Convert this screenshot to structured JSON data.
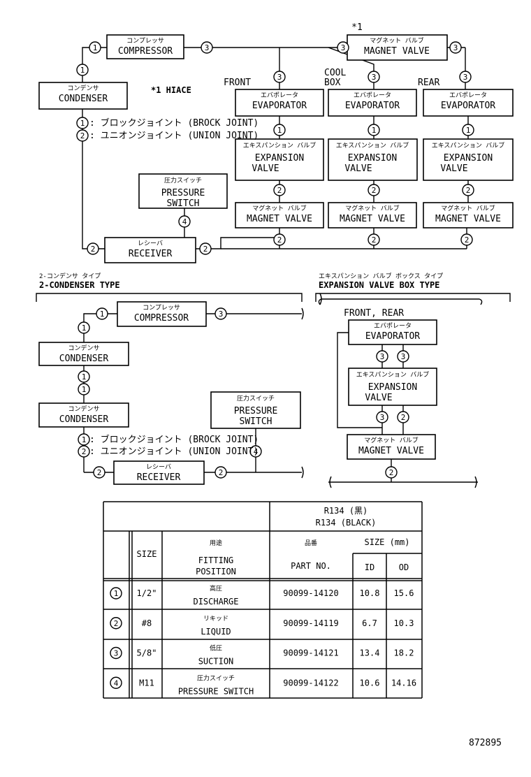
{
  "parts": {
    "compressor": {
      "jp": "コンプレッサ",
      "en": "COMPRESSOR"
    },
    "condenser": {
      "jp": "コンデンサ",
      "en": "CONDENSER"
    },
    "magnet_valve": {
      "jp": "マグネット バルブ",
      "en": "MAGNET VALVE"
    },
    "evaporator": {
      "jp": "エバポレータ",
      "en": "EVAPORATOR"
    },
    "expansion_valve": {
      "jp": "エキスパンション バルブ",
      "en1": "EXPANSION",
      "en2": "VALVE"
    },
    "pressure_switch": {
      "jp": "圧力スイッチ",
      "en1": "PRESSURE",
      "en2": "SWITCH"
    },
    "receiver": {
      "jp": "レシーバ",
      "en": "RECEIVER"
    }
  },
  "notes": {
    "star_mark": "*1",
    "hiace": "*1 HIACE",
    "front": "FRONT",
    "cool": "COOL",
    "box": "BOX",
    "rear": "REAR",
    "front_rear": "FRONT, REAR"
  },
  "legend": {
    "block": ": ブロックジョイント (BROCK JOINT)",
    "union": ": ユニオンジョイント (UNION JOINT)"
  },
  "sections": {
    "two_condenser_jp": "2-コンデンサ タイプ",
    "two_condenser_en": "2-CONDENSER TYPE",
    "exp_box_jp": "エキスパンション バルブ ボックス タイプ",
    "exp_box_en": "EXPANSION VALVE BOX TYPE"
  },
  "table": {
    "refrigerant_1": "R134 (黒)",
    "refrigerant_2": "R134 (BLACK)",
    "size_header": "SIZE",
    "fitting_jp": "用途",
    "fitting_en1": "FITTING",
    "fitting_en2": "POSITION",
    "part_jp": "品番",
    "part_en": "PART NO.",
    "size_mm": "SIZE (mm)",
    "id": "ID",
    "od": "OD",
    "rows": [
      {
        "mark": "1",
        "size": "1/2\"",
        "jp": "高圧",
        "en": "DISCHARGE",
        "part": "90099-14120",
        "id": "10.8",
        "od": "15.6"
      },
      {
        "mark": "2",
        "size": "#8",
        "jp": "リキッド",
        "en": "LIQUID",
        "part": "90099-14119",
        "id": "6.7",
        "od": "10.3"
      },
      {
        "mark": "3",
        "size": "5/8\"",
        "jp": "低圧",
        "en": "SUCTION",
        "part": "90099-14121",
        "id": "13.4",
        "od": "18.2"
      },
      {
        "mark": "4",
        "size": "M11",
        "jp": "圧力スイッチ",
        "en": "PRESSURE SWITCH",
        "part": "90099-14122",
        "id": "10.6",
        "od": "14.16"
      }
    ]
  },
  "figure_number": "872895"
}
